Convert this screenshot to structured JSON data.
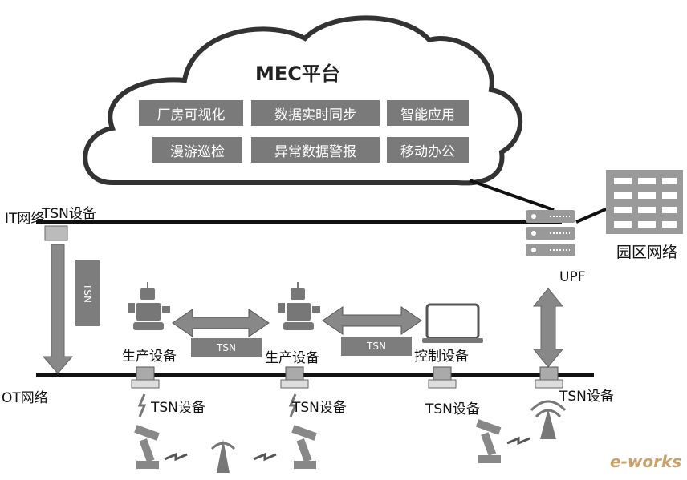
{
  "cloud": {
    "title": "MEC平台",
    "apps": [
      "厂房可视化",
      "数据实时同步",
      "智能应用",
      "漫游巡检",
      "异常数据警报",
      "移动办公"
    ]
  },
  "networks": {
    "it": "IT网络",
    "ot": "OT网络",
    "campus": "园区网络"
  },
  "upf_label": "UPF",
  "tsn_label": "TSN",
  "tsn_device_label": "TSN设备",
  "production_device_label": "生产设备",
  "control_device_label": "控制设备",
  "watermark": "e-works"
}
